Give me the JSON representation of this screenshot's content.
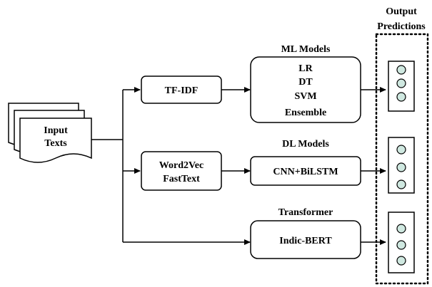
{
  "output_header": [
    "Output",
    "Predictions"
  ],
  "input_doc": [
    "Input",
    "Texts"
  ],
  "tfidf": "TF-IDF",
  "embeddings": [
    "Word2Vec",
    "FastText"
  ],
  "ml_title": "ML Models",
  "ml_models": [
    "LR",
    "DT",
    "SVM",
    "Ensemble"
  ],
  "dl_title": "DL Models",
  "dl_model": "CNN+BiLSTM",
  "transformer_title": "Transformer",
  "transformer_model": "Indic-BERT",
  "colors": {
    "node_fill": "#cfe8e0",
    "stroke": "#000000"
  }
}
